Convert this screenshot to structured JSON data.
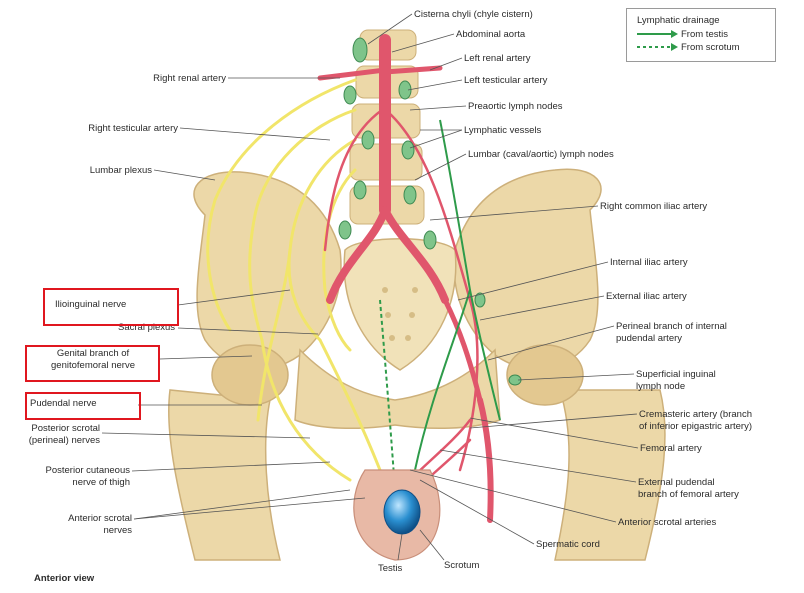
{
  "legend": {
    "title": "Lymphatic drainage",
    "from_testis": "From testis",
    "from_scrotum": "From scrotum",
    "testis_color": "#2e9b4a",
    "scrotum_color": "#2e9b4a"
  },
  "view_label": "Anterior view",
  "labels": {
    "cisterna_chyli": "Cisterna chyli (chyle cistern)",
    "abdominal_aorta": "Abdominal aorta",
    "left_renal_artery": "Left renal artery",
    "left_testicular_artery": "Left testicular artery",
    "preaortic_lymph_nodes": "Preaortic lymph nodes",
    "lymphatic_vessels": "Lymphatic vessels",
    "lumbar_lymph_nodes": "Lumbar (caval/aortic) lymph nodes",
    "right_common_iliac_artery": "Right common iliac artery",
    "internal_iliac_artery": "Internal iliac artery",
    "external_iliac_artery": "External iliac artery",
    "perineal_branch_line1": "Perineal branch of internal",
    "perineal_branch_line2": "pudendal artery",
    "superficial_inguinal_line1": "Superficial inguinal",
    "superficial_inguinal_line2": "lymph node",
    "cremasteric_line1": "Cremasteric artery (branch",
    "cremasteric_line2": "of inferior epigastric artery)",
    "femoral_artery": "Femoral artery",
    "external_pudendal_line1": "External pudendal",
    "external_pudendal_line2": "branch of femoral artery",
    "anterior_scrotal_arteries": "Anterior scrotal arteries",
    "spermatic_cord": "Spermatic cord",
    "scrotum": "Scrotum",
    "testis": "Testis",
    "right_renal_artery": "Right renal artery",
    "right_testicular_artery": "Right testicular artery",
    "lumbar_plexus": "Lumbar plexus",
    "ilioinguinal_nerve": "Ilioinguinal nerve",
    "sacral_plexus": "Sacral plexus",
    "genital_branch_line1": "Genital branch of",
    "genital_branch_line2": "genitofemoral nerve",
    "pudendal_nerve": "Pudendal nerve",
    "posterior_scrotal_line1": "Posterior scrotal",
    "posterior_scrotal_line2": "(perineal) nerves",
    "posterior_cutaneous_line1": "Posterior cutaneous",
    "posterior_cutaneous_line2": "nerve of thigh",
    "anterior_scrotal_nerves_line1": "Anterior scrotal",
    "anterior_scrotal_nerves_line2": "nerves"
  },
  "colors": {
    "bone": "#ecd8a8",
    "bone_shadow": "#cdb07a",
    "artery": "#e0566c",
    "nerve": "#f1e56a",
    "lymph": "#7fc48a",
    "highlight_box": "#e0171f",
    "testis": "#2a8fd0"
  }
}
